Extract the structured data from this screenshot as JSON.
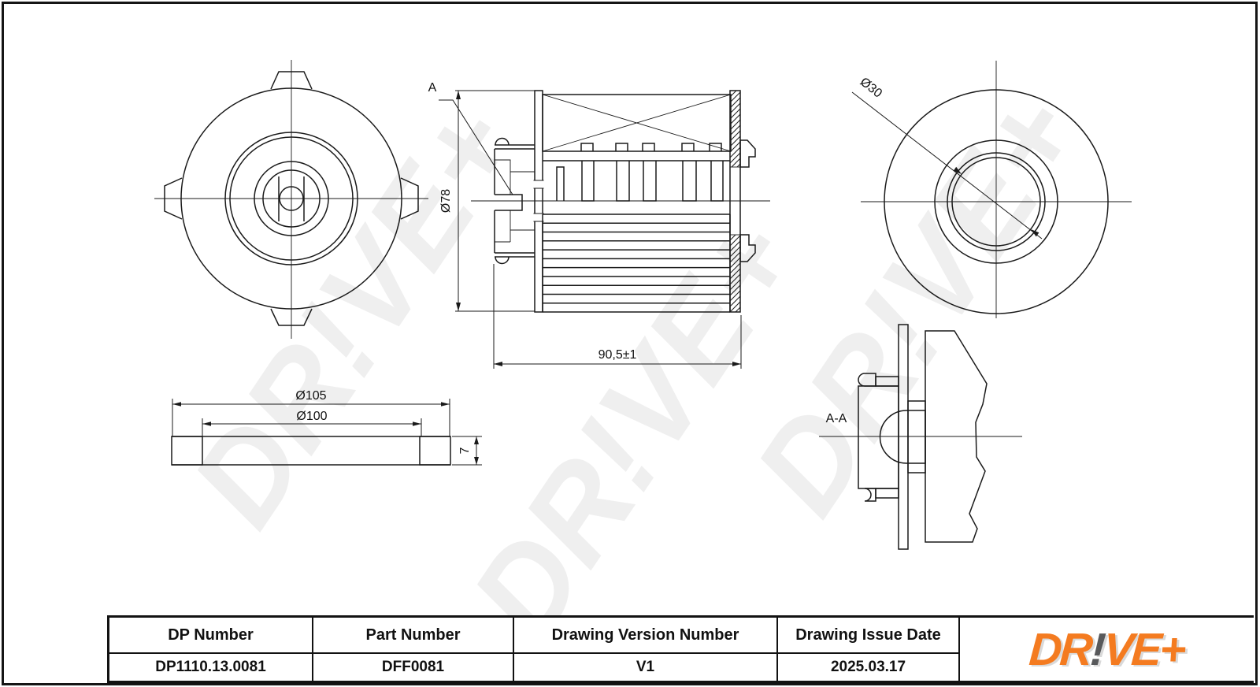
{
  "watermark": {
    "text": "DR!VE+",
    "color": "rgba(10,10,10,0.065)"
  },
  "labels": {
    "section_ref": "A",
    "section_name": "A-A",
    "dim_body_diameter": "Ø78",
    "dim_body_length": "90,5±1",
    "dim_bore": "Ø30",
    "dim_seal_outer": "Ø105",
    "dim_seal_inner": "Ø100",
    "dim_seal_thickness": "7"
  },
  "table": {
    "columns": [
      {
        "header": "DP Number",
        "value": "DP1110.13.0081"
      },
      {
        "header": "Part Number",
        "value": "DFF0081"
      },
      {
        "header": "Drawing Version Number",
        "value": "V1"
      },
      {
        "header": "Drawing Issue Date",
        "value": "2025.03.17"
      }
    ]
  },
  "logo": {
    "part1": "DR",
    "bang": "!",
    "part2": "VE+",
    "orange": "#F47B20",
    "gray": "#58595B"
  }
}
